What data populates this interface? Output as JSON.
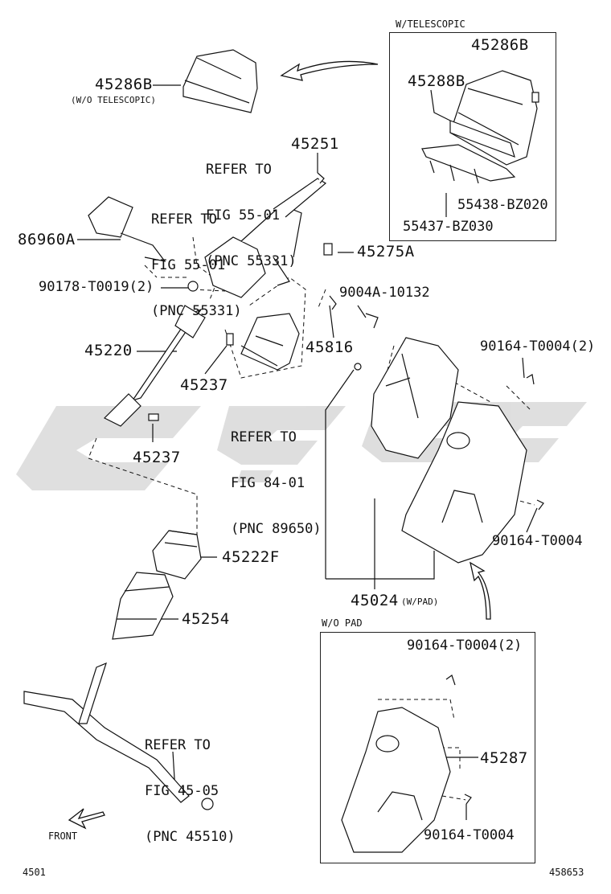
{
  "labels": {
    "p45286B_wo": "45286B",
    "wo_telescopic_note": "(W/O TELESCOPIC)",
    "ref_55_01_a_line1": "REFER TO",
    "ref_55_01_a_line2": "FIG 55-01",
    "ref_55_01_a_line3": "(PNC 55331)",
    "p45251": "45251",
    "ref_55_01_b_line1": "REFER TO",
    "ref_55_01_b_line2": "FIG 55-01",
    "ref_55_01_b_line3": "(PNC 55331)",
    "p86960A": "86960A",
    "p45275A": "45275A",
    "p90178": "90178-T0019(2)",
    "p9004A": "9004A-10132",
    "p45220": "45220",
    "p45816": "45816",
    "p90164_2_top": "90164-T0004(2)",
    "p45237_a": "45237",
    "ref_84_01_line1": "REFER TO",
    "ref_84_01_line2": "FIG 84-01",
    "ref_84_01_line3": "(PNC 89650)",
    "p45237_b": "45237",
    "p90164_mid": "90164-T0004",
    "p45222F": "45222F",
    "p45024": "45024",
    "w_pad_note": "(W/PAD)",
    "p45254": "45254",
    "ref_45_05_line1": "REFER TO",
    "ref_45_05_line2": "FIG 45-05",
    "ref_45_05_line3": "(PNC 45510)",
    "front": "FRONT",
    "page_code": "4501",
    "drawing_no": "458653"
  },
  "inset_telescopic": {
    "title": "W/TELESCOPIC",
    "p45286B": "45286B",
    "p45288B": "45288B",
    "p55438": "55438-BZ020",
    "p55437": "55437-BZ030"
  },
  "inset_wo_pad": {
    "title": "W/O PAD",
    "p90164_2": "90164-T0004(2)",
    "p45287": "45287",
    "p90164": "90164-T0004"
  }
}
